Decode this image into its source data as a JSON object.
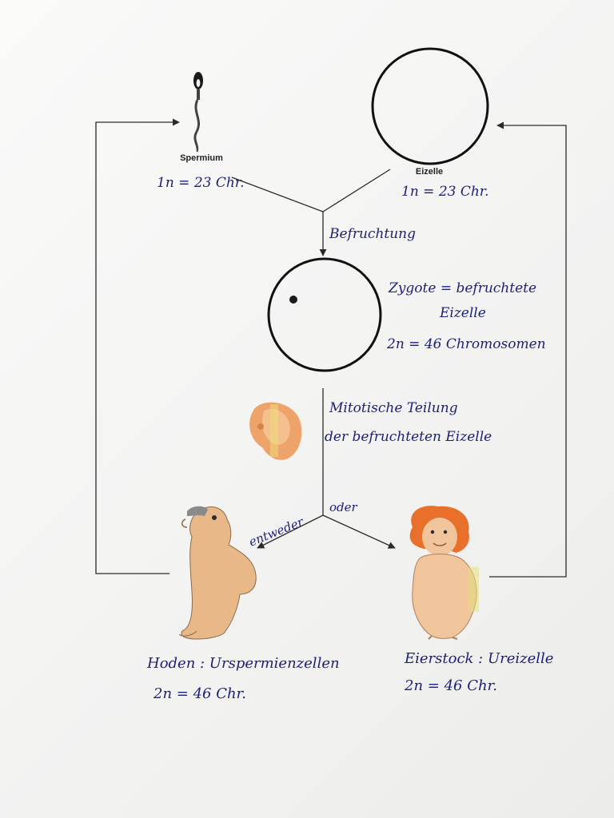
{
  "colors": {
    "ink": "#1c1f7a",
    "line": "#2a2a2a",
    "skin": "#e9b889",
    "hair": "#e8702a"
  },
  "sperm": {
    "printed_label": "Spermium",
    "ploidy": "1n = 23 Chr."
  },
  "egg": {
    "printed_label": "Eizelle",
    "ploidy": "1n = 23 Chr."
  },
  "fertilization_label": "Befruchtung",
  "zygote": {
    "line1": "Zygote = befruchtete",
    "line2": "Eizelle",
    "line3": "2n = 46 Chromosomen"
  },
  "division": {
    "line1": "Mitotische Teilung",
    "line2": "der befruchteten Eizelle"
  },
  "branch": {
    "left": "entweder",
    "right": "oder"
  },
  "male": {
    "line1": "Hoden : Urspermienzellen",
    "line2": "2n = 46 Chr."
  },
  "female": {
    "line1": "Eierstock : Ureizelle",
    "line2": "2n = 46 Chr."
  },
  "icons": [
    "sperm-icon",
    "egg-cell-icon",
    "zygote-icon",
    "embryo-icon",
    "man-figure-icon",
    "woman-figure-icon"
  ]
}
